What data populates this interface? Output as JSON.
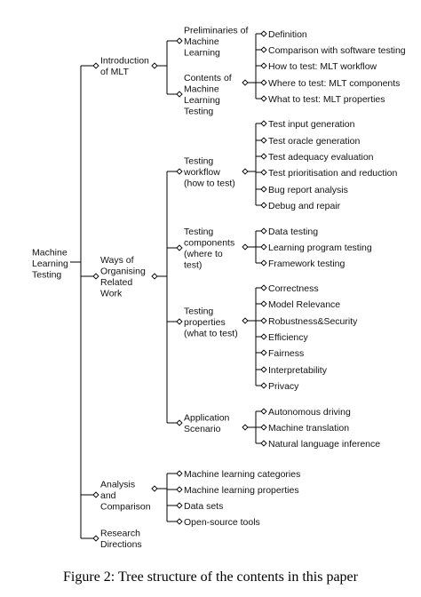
{
  "tree": {
    "root": [
      "Machine",
      "Learning",
      "Testing"
    ],
    "children": [
      {
        "label": [
          "Introduction",
          "of MLT"
        ],
        "children": [
          {
            "label": [
              "Preliminaries of",
              "Machine",
              "Learning"
            ],
            "children": [
              {
                "label": [
                  "Definition"
                ]
              },
              {
                "label": [
                  "Comparison with software testing"
                ]
              },
              {
                "label": [
                  "How to test: MLT workflow"
                ]
              },
              {
                "label": [
                  "Where to test: MLT components"
                ]
              },
              {
                "label": [
                  "What to test: MLT properties"
                ]
              }
            ]
          },
          {
            "label": [
              "Contents of",
              "Machine",
              "Learning",
              "Testing"
            ]
          }
        ]
      },
      {
        "label": [
          "Ways of",
          "Organising",
          "Related",
          "Work"
        ],
        "children": [
          {
            "label": [
              "Testing",
              "workflow",
              "(how to test)"
            ],
            "children": [
              {
                "label": [
                  "Test input generation"
                ]
              },
              {
                "label": [
                  "Test oracle generation"
                ]
              },
              {
                "label": [
                  "Test adequacy evaluation"
                ]
              },
              {
                "label": [
                  "Test prioritisation and reduction"
                ]
              },
              {
                "label": [
                  "Bug report analysis"
                ]
              },
              {
                "label": [
                  "Debug and repair"
                ]
              }
            ]
          },
          {
            "label": [
              "Testing",
              "components",
              "(where to",
              "test)"
            ],
            "children": [
              {
                "label": [
                  "Data testing"
                ]
              },
              {
                "label": [
                  "Learning program testing"
                ]
              },
              {
                "label": [
                  "Framework testing"
                ]
              }
            ]
          },
          {
            "label": [
              "Testing",
              "properties",
              "(what to test)"
            ],
            "children": [
              {
                "label": [
                  "Correctness"
                ]
              },
              {
                "label": [
                  "Model Relevance"
                ]
              },
              {
                "label": [
                  "Robustness&Security"
                ]
              },
              {
                "label": [
                  "Efficiency"
                ]
              },
              {
                "label": [
                  "Fairness"
                ]
              },
              {
                "label": [
                  "Interpretability"
                ]
              },
              {
                "label": [
                  "Privacy"
                ]
              }
            ]
          },
          {
            "label": [
              "Application",
              "Scenario"
            ],
            "children": [
              {
                "label": [
                  "Autonomous driving"
                ]
              },
              {
                "label": [
                  "Machine translation"
                ]
              },
              {
                "label": [
                  "Natural language inference"
                ]
              }
            ]
          }
        ]
      },
      {
        "label": [
          "Analysis",
          "and",
          "Comparison"
        ],
        "children": [
          {
            "label": [
              "Machine learning categories"
            ]
          },
          {
            "label": [
              "Machine learning properties"
            ]
          },
          {
            "label": [
              "Data sets"
            ]
          },
          {
            "label": [
              "Open-source tools"
            ]
          }
        ]
      },
      {
        "label": [
          "Research",
          "Directions"
        ]
      }
    ]
  },
  "caption": "Figure 2: Tree structure of the contents in this paper"
}
